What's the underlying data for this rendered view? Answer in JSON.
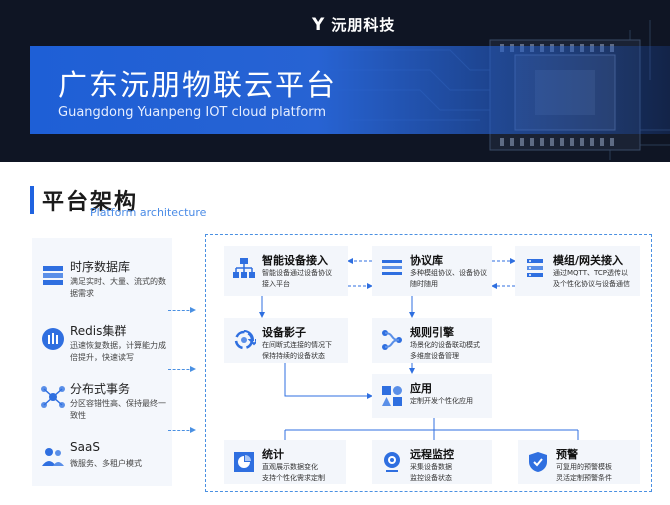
{
  "header": {
    "logo_text": "沅朋科技",
    "title_cn": "广东沅朋物联云平台",
    "title_en": "Guangdong Yuanpeng IOT cloud platform"
  },
  "section": {
    "title_cn": "平台架构",
    "title_en": "Platform architecture"
  },
  "features": [
    {
      "title": "时序数据库",
      "desc": "满足实时、大量、流式的数据需求",
      "icon": "database-icon"
    },
    {
      "title": "Redis集群",
      "desc": "迅速恢复数据，计算能力成倍提升，快速读写",
      "icon": "cluster-icon"
    },
    {
      "title": "分布式事务",
      "desc": "分区容错性高、保持最终一致性",
      "icon": "distributed-icon"
    },
    {
      "title": "SaaS",
      "desc": "微服务、多租户模式",
      "icon": "users-icon"
    }
  ],
  "cards": {
    "device_access": {
      "title": "智能设备接入",
      "desc_l1": "智能设备通过设备协议",
      "desc_l2": "接入平台"
    },
    "protocol_lib": {
      "title": "协议库",
      "desc_l1": "多种模组协议、设备协议",
      "desc_l2": "随时随用"
    },
    "module_gateway": {
      "title": "模组/网关接入",
      "desc_l1": "通过MQTT、TCP透传以",
      "desc_l2": "及个性化协议与设备通信"
    },
    "device_shadow": {
      "title": "设备影子",
      "desc_l1": "在间断式连接的情况下",
      "desc_l2": "保持持续的设备状态"
    },
    "rule_engine": {
      "title": "规则引擎",
      "desc_l1": "场景化的设备联动模式",
      "desc_l2": "多维度设备管理"
    },
    "application": {
      "title": "应用",
      "desc_l1": "定制开发个性化应用"
    },
    "statistics": {
      "title": "统计",
      "desc_l1": "直观展示数据变化",
      "desc_l2": "支持个性化需求定制"
    },
    "remote_monitor": {
      "title": "远程监控",
      "desc_l1": "采集设备数据",
      "desc_l2": "监控设备状态"
    },
    "alert": {
      "title": "预警",
      "desc_l1": "可复用的预警模板",
      "desc_l2": "灵活定制预警条件"
    }
  },
  "colors": {
    "accent": "#1f63e0",
    "banner": "#0f1524",
    "card": "#f3f6fb"
  }
}
